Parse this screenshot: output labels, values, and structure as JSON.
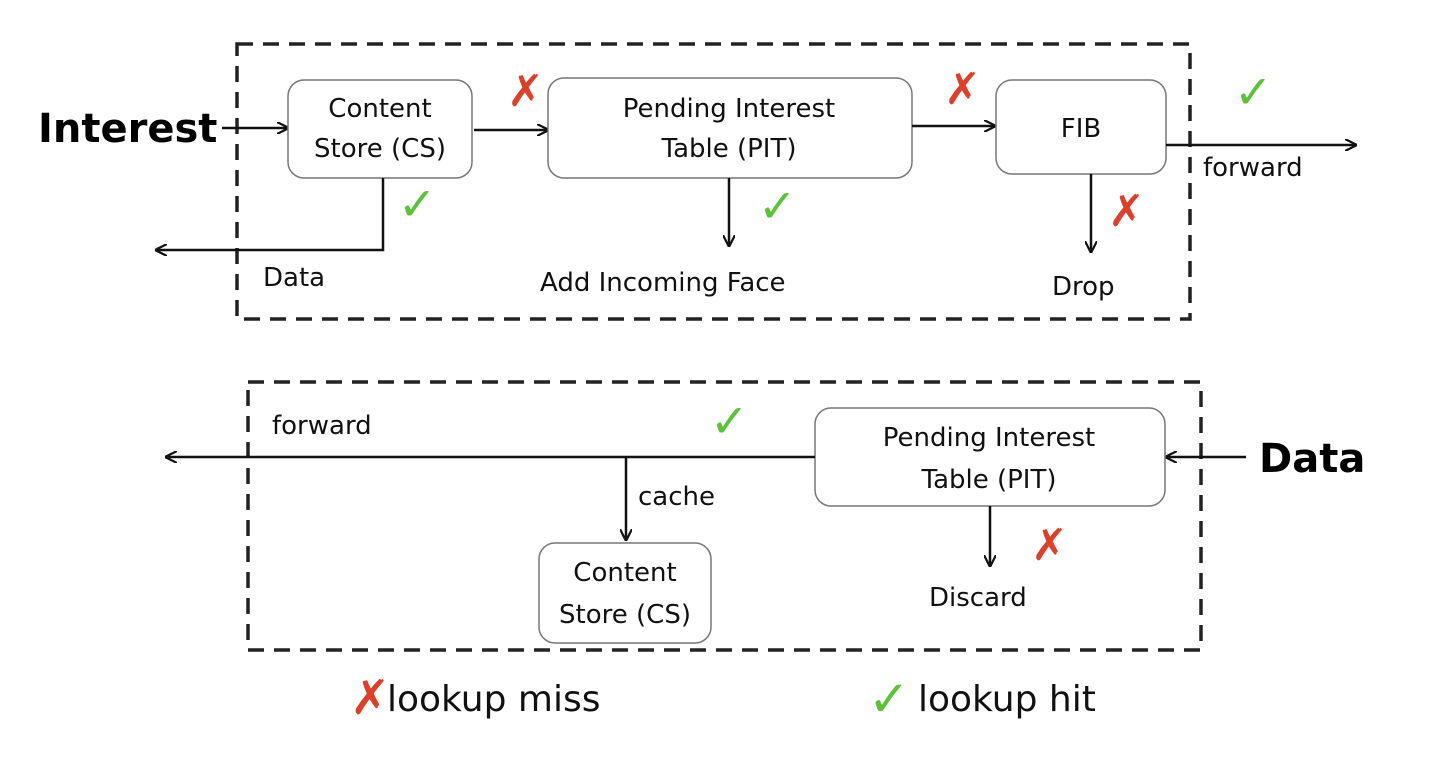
{
  "interest_pipeline": {
    "input_label": "Interest",
    "content_store": {
      "line1": "Content",
      "line2": "Store (CS)"
    },
    "pit": {
      "line1": "Pending Interest",
      "line2": "Table (PIT)"
    },
    "fib": {
      "label": "FIB"
    },
    "data_label": "Data",
    "add_face_label": "Add Incoming Face",
    "forward_label": "forward",
    "drop_label": "Drop"
  },
  "data_pipeline": {
    "input_label": "Data",
    "pit": {
      "line1": "Pending Interest",
      "line2": "Table (PIT)"
    },
    "content_store": {
      "line1": "Content",
      "line2": "Store (CS)"
    },
    "forward_label": "forward",
    "cache_label": "cache",
    "discard_label": "Discard"
  },
  "legend": {
    "miss_label": "lookup miss",
    "hit_label": "lookup hit"
  },
  "colors": {
    "miss": "#d9412b",
    "hit": "#5cc23b"
  }
}
